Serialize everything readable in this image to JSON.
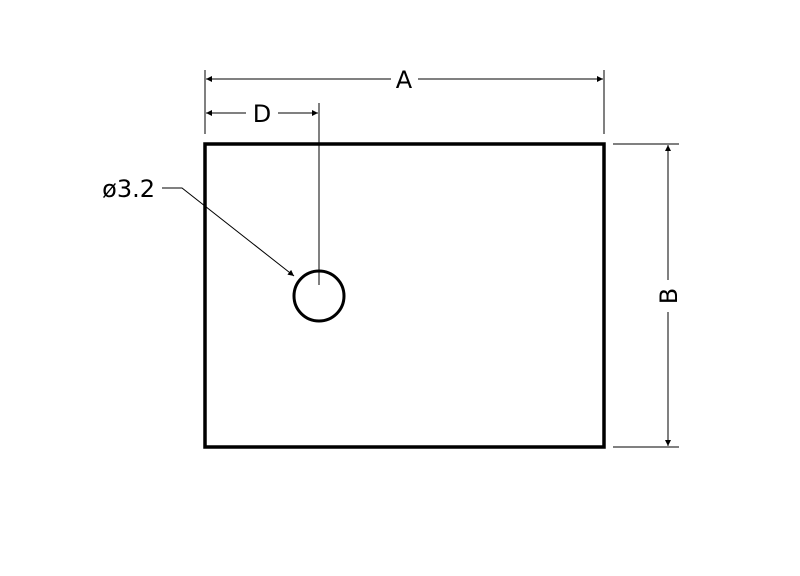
{
  "drawing": {
    "dimensions": {
      "width_label": "A",
      "height_label": "B",
      "hole_offset_label": "D",
      "hole_diameter_label": "ø3.2"
    },
    "colors": {
      "line": "#000000",
      "background": "#ffffff"
    }
  }
}
